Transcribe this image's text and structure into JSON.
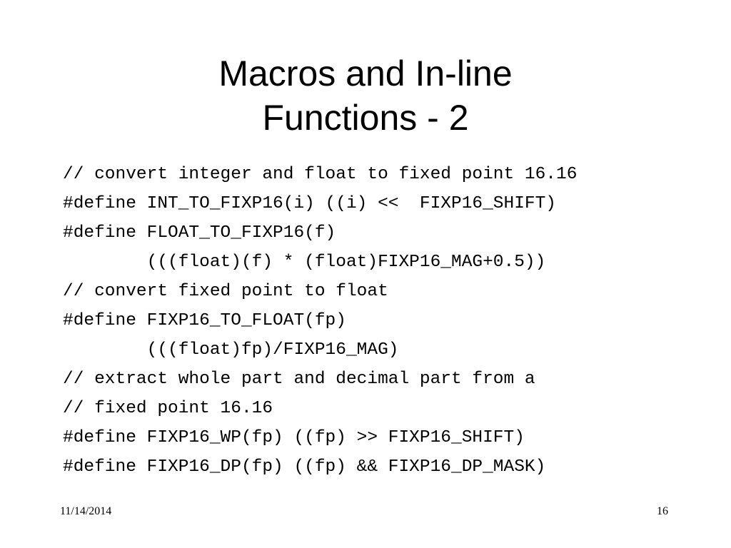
{
  "slide": {
    "title_lines": [
      "Macros and In-line",
      "Functions - 2"
    ],
    "code_lines": [
      "// convert integer and float to fixed point 16.16",
      "#define INT_TO_FIXP16(i) ((i) <<  FIXP16_SHIFT)",
      "#define FLOAT_TO_FIXP16(f)",
      "        (((float)(f) * (float)FIXP16_MAG+0.5))",
      "// convert fixed point to float",
      "#define FIXP16_TO_FLOAT(fp)",
      "        (((float)fp)/FIXP16_MAG)",
      "// extract whole part and decimal part from a",
      "// fixed point 16.16",
      "#define FIXP16_WP(fp) ((fp) >> FIXP16_SHIFT)",
      "#define FIXP16_DP(fp) ((fp) && FIXP16_DP_MASK)"
    ],
    "footer": {
      "date": "11/14/2014",
      "page_number": "16"
    }
  }
}
